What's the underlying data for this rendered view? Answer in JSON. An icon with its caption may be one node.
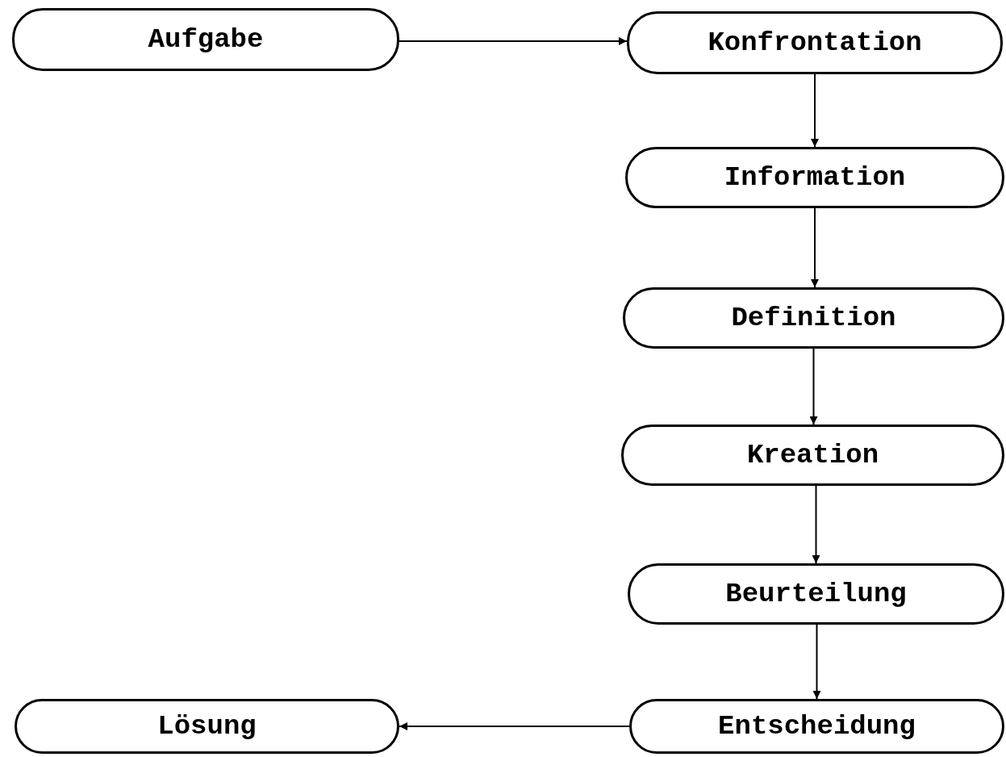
{
  "diagram": {
    "nodes": [
      {
        "text": [
          "Aufgabe"
        ]
      },
      {
        "text": [
          "Konfrontation"
        ]
      },
      {
        "text": [
          "Information"
        ]
      },
      {
        "text": [
          "Definition"
        ]
      },
      {
        "text": [
          "Kreation"
        ]
      },
      {
        "text": [
          "Beurteilung"
        ]
      },
      {
        "text": [
          "Entscheidung"
        ]
      },
      {
        "text": [
          "Lösung"
        ]
      }
    ],
    "edges": [
      {
        "from": 0,
        "to": 1,
        "arrow": "to"
      },
      {
        "from": 1,
        "to": 2,
        "arrow": "to"
      },
      {
        "from": 2,
        "to": 3,
        "arrow": "to"
      },
      {
        "from": 3,
        "to": 4,
        "arrow": "to"
      },
      {
        "from": 4,
        "to": 5,
        "arrow": "to"
      },
      {
        "from": 5,
        "to": 6,
        "arrow": "to"
      },
      {
        "from": 6,
        "to": 7,
        "arrow": "to"
      }
    ]
  }
}
